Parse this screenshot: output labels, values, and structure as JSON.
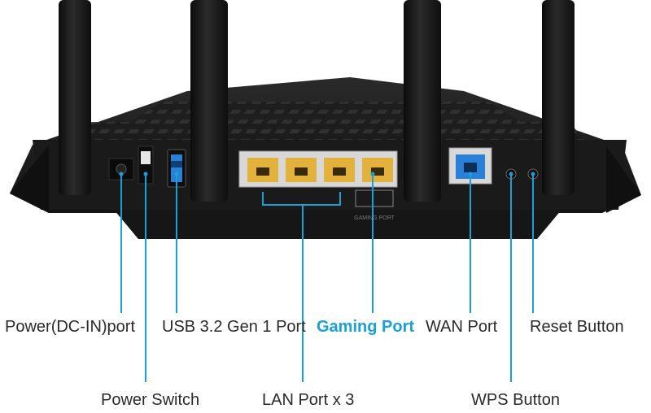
{
  "colors": {
    "accent": "#1aa0d8",
    "label_text": "#2a2a2a",
    "router_body": "#1b1b1b",
    "lan_port": "#e3b23c",
    "wan_port": "#2a7fd6"
  },
  "router": {
    "panel_text": "GAMING PORT"
  },
  "callouts": [
    {
      "id": "power-dc-in",
      "label": "Power(DC-IN)port",
      "highlight": false
    },
    {
      "id": "power-switch",
      "label": "Power Switch",
      "highlight": false
    },
    {
      "id": "usb",
      "label": "USB 3.2 Gen 1 Port",
      "highlight": false
    },
    {
      "id": "lan",
      "label": "LAN Port x 3",
      "highlight": false
    },
    {
      "id": "gaming",
      "label": "Gaming Port",
      "highlight": true
    },
    {
      "id": "wan",
      "label": "WAN Port",
      "highlight": false
    },
    {
      "id": "wps",
      "label": "WPS Button",
      "highlight": false
    },
    {
      "id": "reset",
      "label": "Reset Button",
      "highlight": false
    }
  ]
}
